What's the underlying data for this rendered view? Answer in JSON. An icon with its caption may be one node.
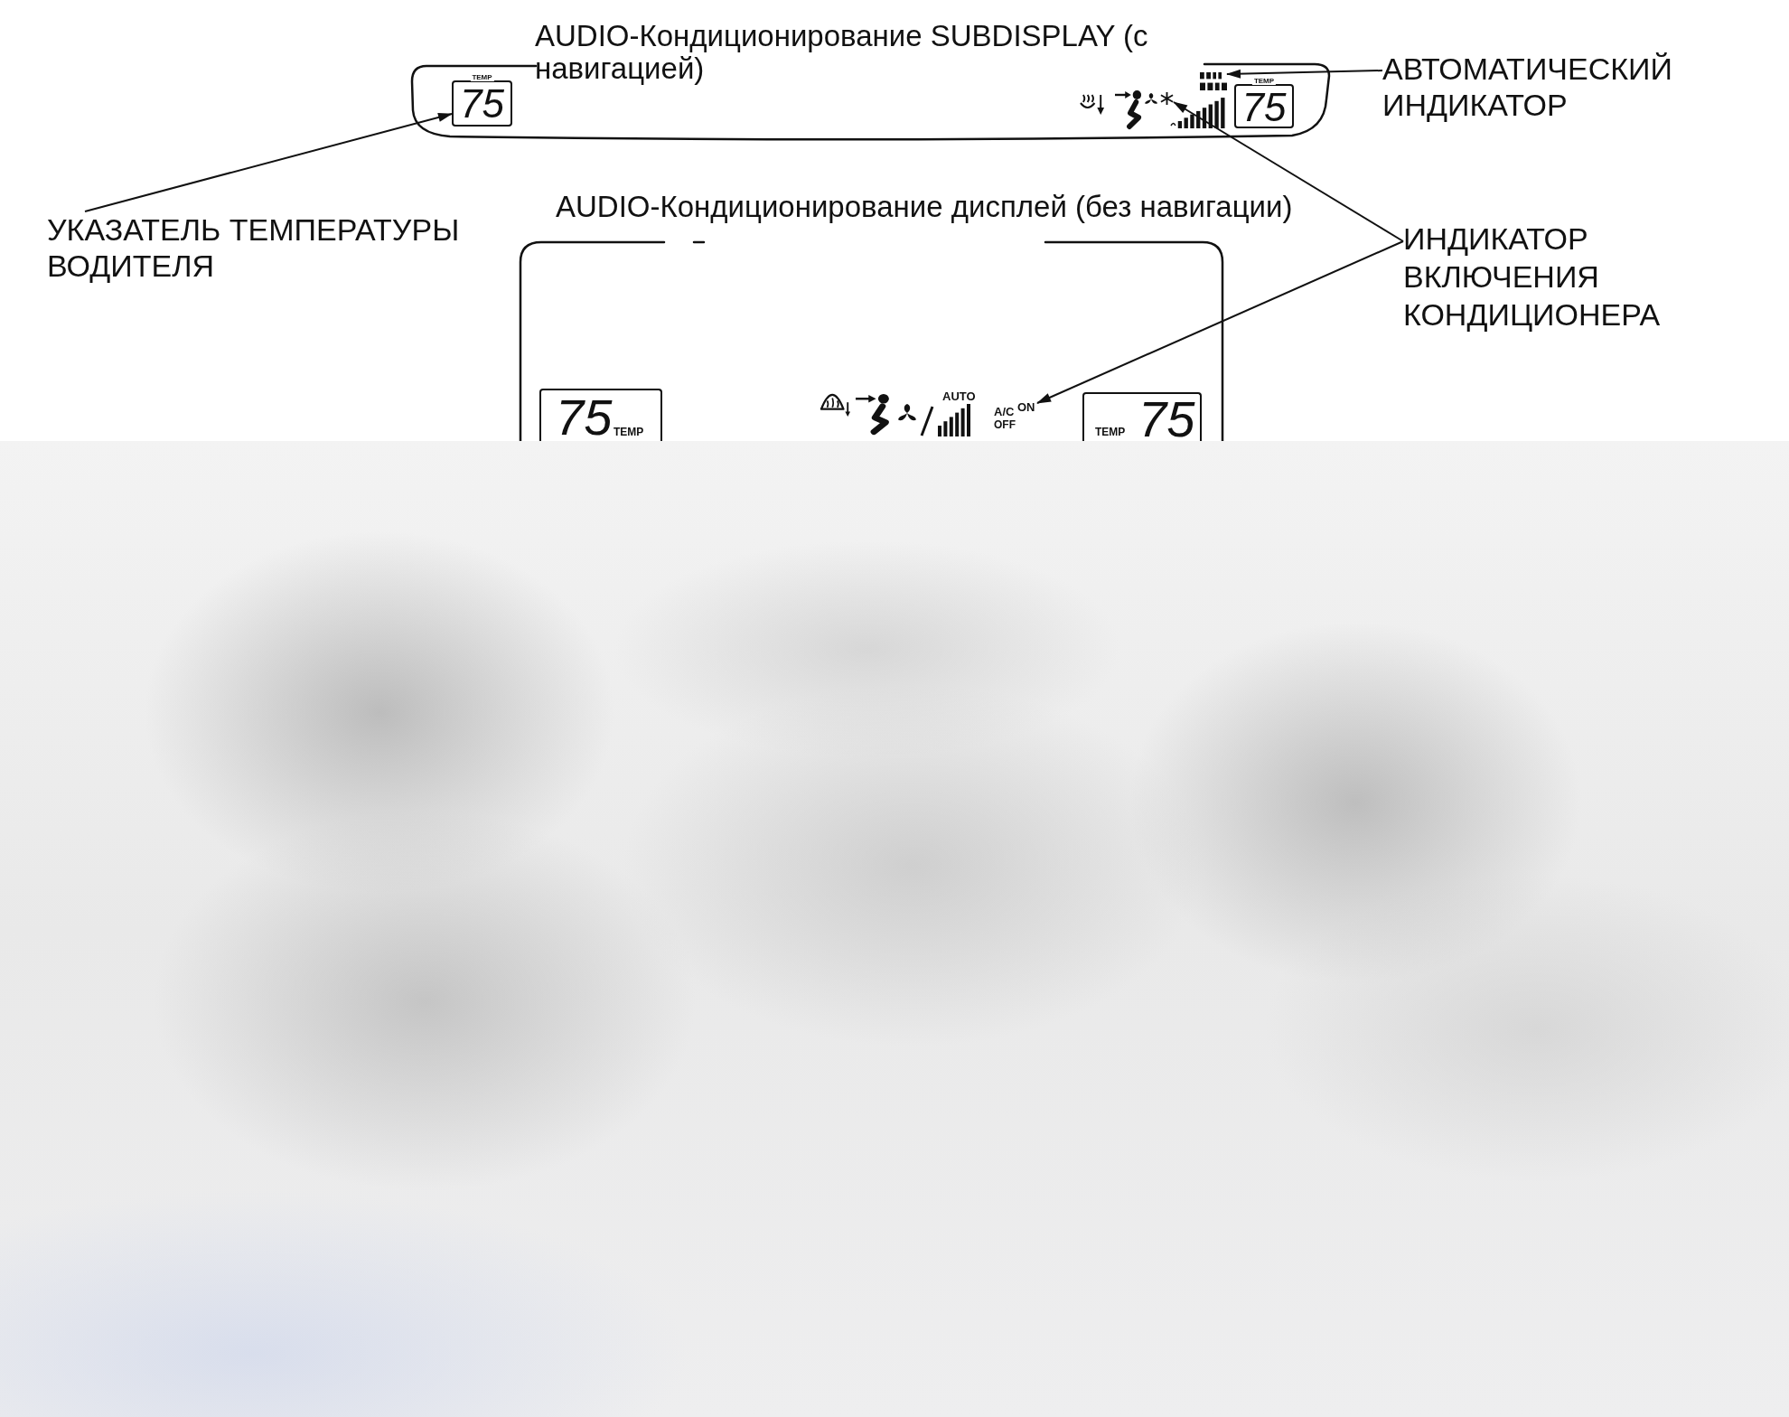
{
  "diagram": {
    "nodes": [
      {
        "text": [
          "AUDIO-Кондиционирование SUBDISPLAY (с навигацией)"
        ]
      },
      {
        "text": [
          "TEMP",
          "75"
        ],
        "in": 0
      },
      {
        "text": [],
        "shape": "picture",
        "in": 0
      },
      {
        "text": [],
        "shape": "picture",
        "in": 0
      },
      {
        "text": [
          "TEMP",
          "75"
        ],
        "in": 0
      },
      {
        "text": [
          "АВТОМАТИЧЕСКИЙ ИНДИКАТОР"
        ]
      },
      {
        "text": [
          "УКАЗАТЕЛЬ ТЕМПЕРАТУРЫ ВОДИТЕЛЯ"
        ]
      },
      {
        "text": [
          "AUDIO-Кондиционирование дисплей (без навигации)"
        ]
      },
      {
        "text": [
          "75",
          "TEMP"
        ],
        "in": 7
      },
      {
        "text": [
          "A/C",
          "ON",
          "OFF"
        ],
        "in": 7
      },
      {
        "text": [
          "TEMP",
          "75"
        ],
        "in": 7
      },
      {
        "text": [
          "ИНДИКАТОР ВКЛЮЧЕНИЯ КОНДИЦИОНЕРА"
        ]
      }
    ],
    "edges": [
      {
        "from": 6,
        "to": 1,
        "arrow": "to"
      },
      {
        "from": 5,
        "to": 2,
        "arrow": "to"
      },
      {
        "from": 11,
        "to": 3,
        "arrow": "to"
      },
      {
        "from": 11,
        "to": 9,
        "arrow": "to"
      }
    ],
    "labels": [
      "AUTO"
    ]
  }
}
